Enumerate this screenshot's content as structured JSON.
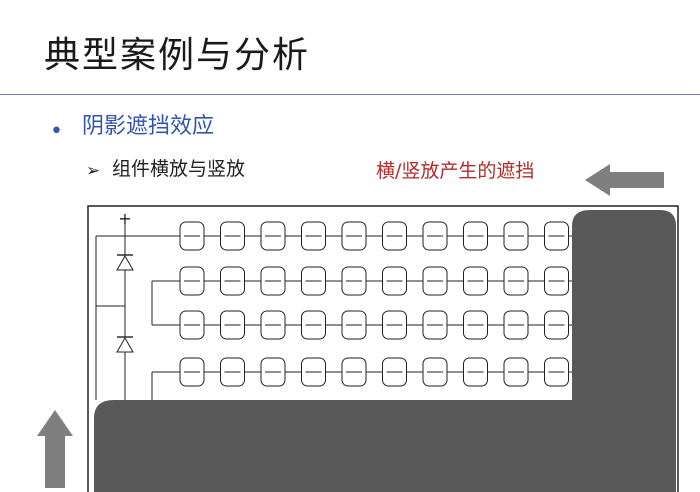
{
  "slide": {
    "title": "典型案例与分析",
    "bullet": "阴影遮挡效应",
    "sub_bullet": "组件横放与竖放",
    "shade_label": "横/竖放产生的遮挡"
  },
  "diagram": {
    "plus_label": "+",
    "rows": 4,
    "cells_per_row": 10,
    "bypass_diodes": 2,
    "shadows": [
      "right-vertical",
      "bottom-horizontal"
    ],
    "arrows": [
      "left-pointing",
      "up-pointing"
    ],
    "colors": {
      "shadow": "#595959",
      "arrow": "#7f7f7f",
      "accent_blue": "#3355aa",
      "accent_red": "#b52a2a"
    }
  }
}
